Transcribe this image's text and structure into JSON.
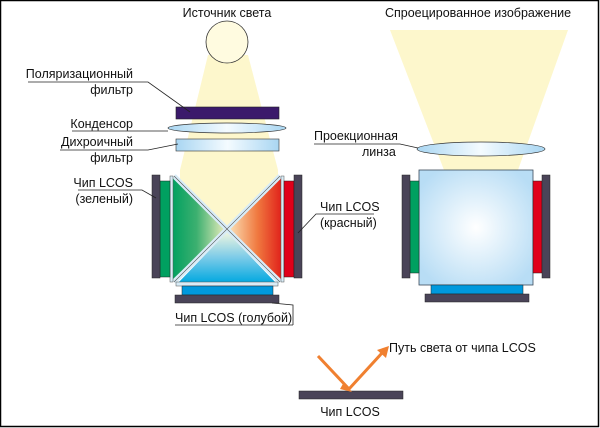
{
  "labels": {
    "light_source": "Источник света",
    "projected_image": "Спроецированное изображение",
    "polarizing_filter_1": "Поляризационный",
    "polarizing_filter_2": "фильтр",
    "condenser": "Конденсор",
    "dichroic_filter_1": "Дихроичный",
    "dichroic_filter_2": "фильтр",
    "chip_green_1": "Чип LCOS",
    "chip_green_2": "(зеленый)",
    "chip_red_1": "Чип LCOS",
    "chip_red_2": "(красный)",
    "chip_blue": "Чип LCOS (голубой)",
    "projection_lens_1": "Проекционная",
    "projection_lens_2": "линза",
    "light_path": "Путь света от чипа LCOS",
    "chip_lcos": "Чип LCOS"
  },
  "colors": {
    "beam": "#fdf7cc",
    "polarizer": "#3b1a6b",
    "chip_frame": "#4a4458",
    "green": "#00a060",
    "red": "#e0001a",
    "blue": "#0099dd",
    "lens": "#cfe8f7",
    "arrow": "#f08030",
    "border": "#000000"
  }
}
